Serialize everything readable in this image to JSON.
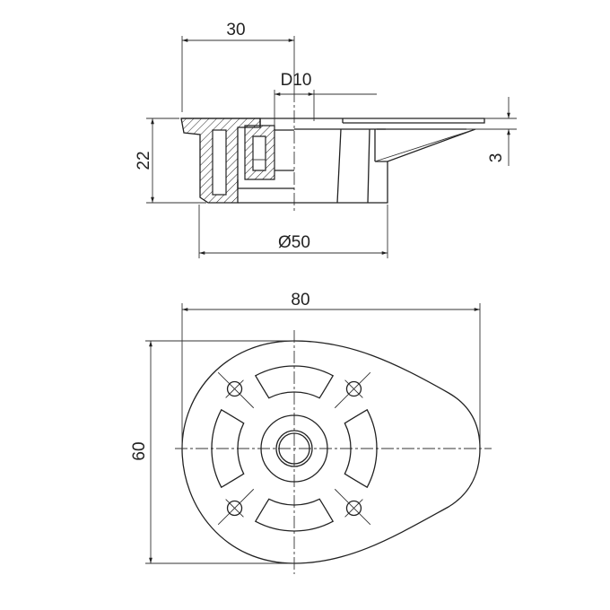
{
  "drawing": {
    "section_view": {
      "dimensions": {
        "width_to_center": "30",
        "bore": "D10",
        "height": "22",
        "diameter": "Ø50",
        "flange_thickness": "3"
      }
    },
    "top_view": {
      "dimensions": {
        "length": "80",
        "width": "60"
      },
      "mounting_holes": 4,
      "slots": 4
    },
    "line_color": "#222222"
  }
}
